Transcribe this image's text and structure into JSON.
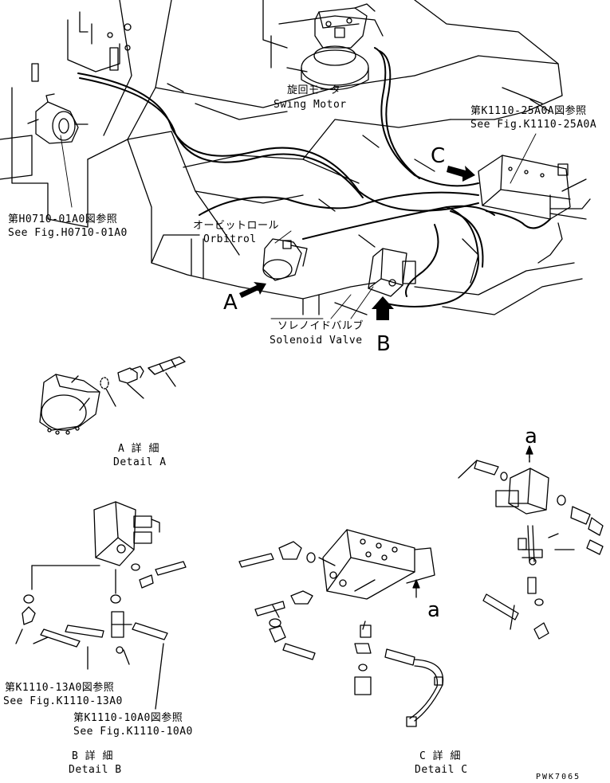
{
  "callouts": {
    "swing_motor_jp": "旋回モータ",
    "swing_motor_en": "Swing Motor",
    "ref_25a0a_jp": "第K1110-25A0A図参照",
    "ref_25a0a_en": "See Fig.K1110-25A0A",
    "ref_h0710_jp": "第H0710-01A0図参照",
    "ref_h0710_en": "See Fig.H0710-01A0",
    "orbitrol_jp": "オービットロール",
    "orbitrol_en": "Orbitrol",
    "solenoid_jp": "ソレノイドバルブ",
    "solenoid_en": "Solenoid Valve",
    "ref_13a0_jp": "第K1110-13A0図参照",
    "ref_13a0_en": "See Fig.K1110-13A0",
    "ref_10a0_jp": "第K1110-10A0図参照",
    "ref_10a0_en": "See Fig.K1110-10A0"
  },
  "view_letters": {
    "a": "A",
    "b": "B",
    "c": "C",
    "arrow_a_top": "a",
    "arrow_a_mid": "a"
  },
  "details": {
    "a_jp": "A 詳 細",
    "a_en": "Detail A",
    "b_jp": "B 詳 細",
    "b_en": "Detail B",
    "c_jp": "C 詳 細",
    "c_en": "Detail C"
  },
  "drawing_no": "PWK7065"
}
